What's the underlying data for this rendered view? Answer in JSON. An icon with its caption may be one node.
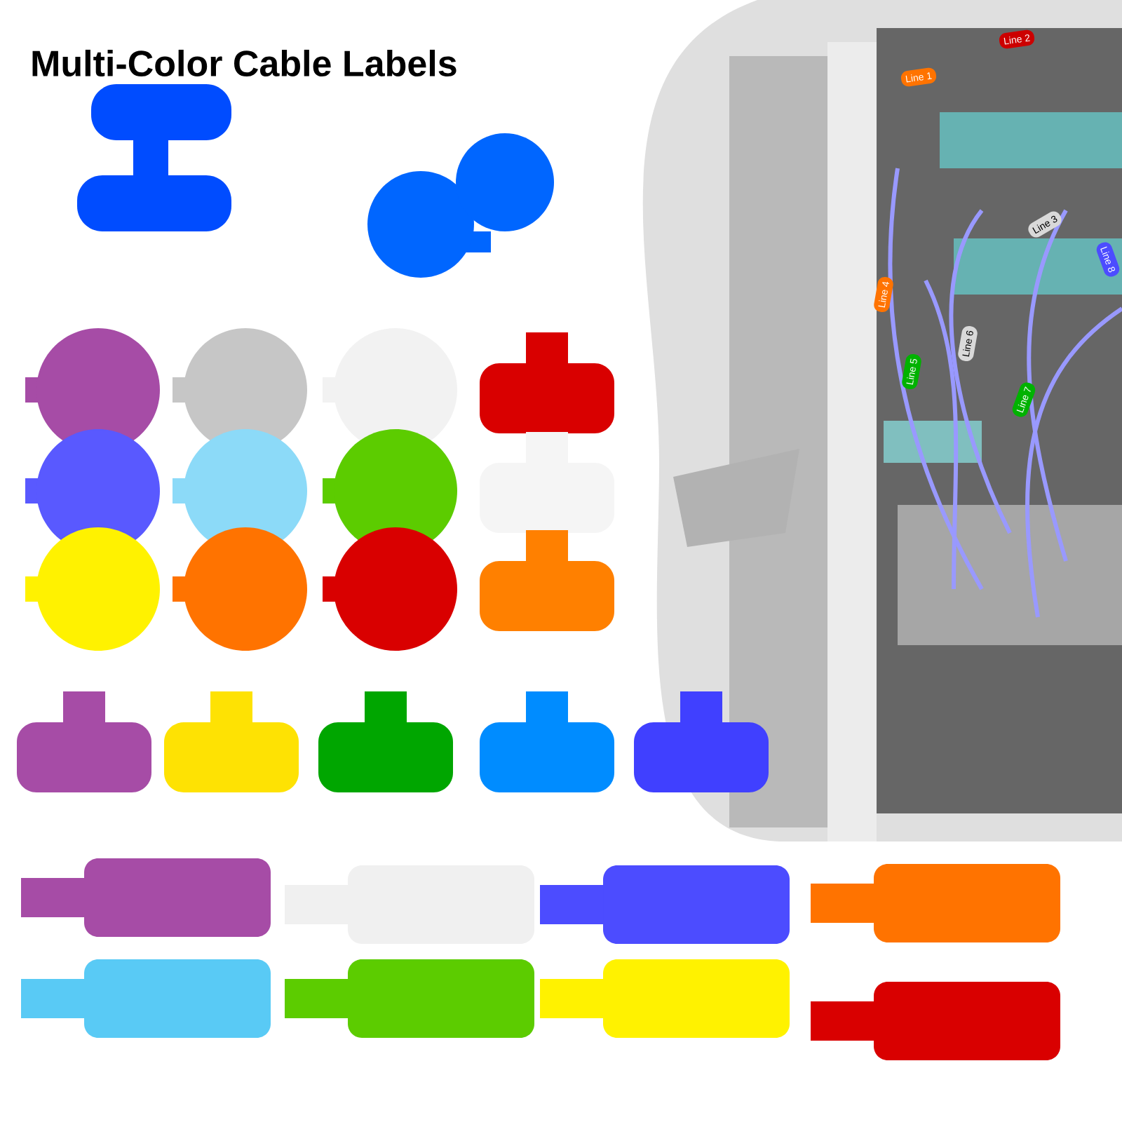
{
  "diagram": {
    "title": "Multi-Color Cable Labels",
    "labels": [
      "Line 2",
      "Line 1",
      "Line 3",
      "Line 8",
      "Line 4",
      "Line 6",
      "Line 5",
      "Line 7"
    ]
  }
}
